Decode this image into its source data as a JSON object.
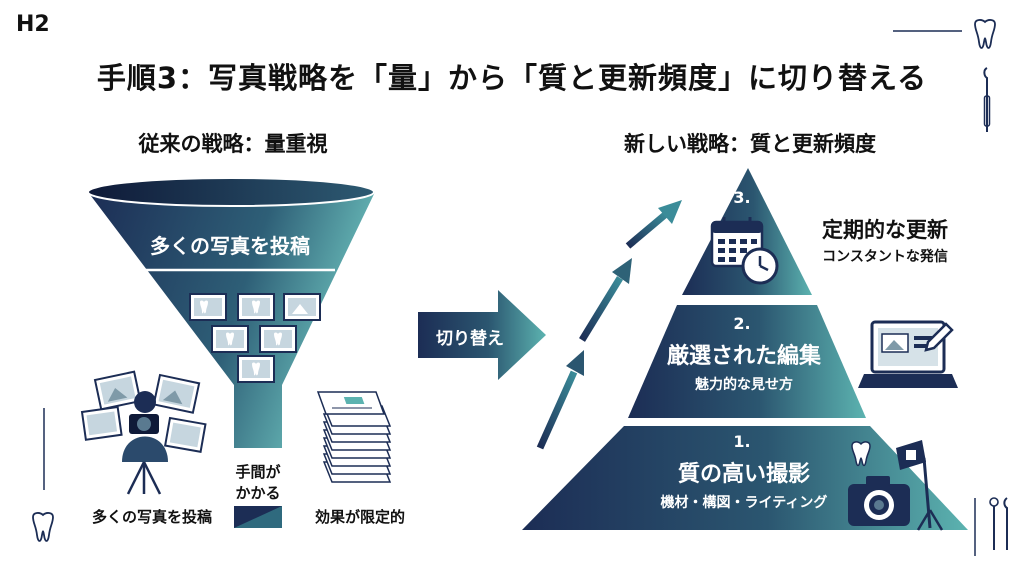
{
  "header_tag": "H2",
  "title": "手順3：写真戦略を「量」から「質と更新頻度」に切り替える",
  "left": {
    "heading": "従来の戦略：量重視",
    "funnel_label": "多くの写真を投稿",
    "time_label_1": "手間が",
    "time_label_2": "かかる",
    "photographer_caption": "多くの写真を投稿",
    "papers_caption": "効果が限定的"
  },
  "switch_label": "切り替え",
  "right": {
    "heading": "新しい戦略：質と更新頻度",
    "tiers": [
      {
        "number": "1.",
        "title": "質の高い撮影",
        "subtitle": "機材・構図・ライティング"
      },
      {
        "number": "2.",
        "title": "厳選された編集",
        "subtitle": "魅力的な見せ方"
      },
      {
        "number": "3.",
        "title": "定期的な更新",
        "subtitle": "コンスタントな発信"
      }
    ]
  },
  "colors": {
    "navy": "#1c2d55",
    "teal": "#5cb3b0",
    "dark": "#111111"
  },
  "icons": [
    "tooth-icon",
    "dental-tool-icon",
    "camera-icon",
    "laptop-icon",
    "calendar-icon",
    "clock-icon",
    "photo-stack-icon",
    "papers-icon",
    "photographer-icon",
    "growth-arrow-icon"
  ]
}
